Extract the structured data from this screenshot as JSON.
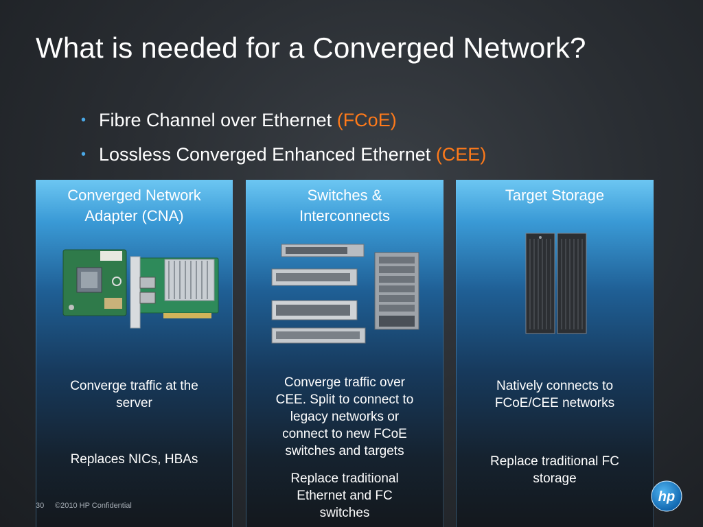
{
  "slide": {
    "title": "What is needed for a Converged Network?",
    "bullets": [
      {
        "text": "Fibre Channel over Ethernet ",
        "highlight": "(FCoE)"
      },
      {
        "text": "Lossless Converged Enhanced Ethernet ",
        "highlight": "(CEE)"
      }
    ],
    "highlight_color": "#ff7a1a",
    "bullet_color": "#4aa8e6"
  },
  "columns": {
    "cna": {
      "heading_line1": "Converged Network",
      "heading_line2": "Adapter (CNA)",
      "desc": [
        "Converge traffic at the",
        "server"
      ],
      "desc2": "Replaces NICs, HBAs"
    },
    "switches": {
      "heading_line1": "Switches &",
      "heading_line2": "Interconnects",
      "desc": [
        "Converge traffic over",
        "CEE. Split to connect to",
        "legacy networks or",
        "connect to new FCoE",
        "switches and targets"
      ],
      "desc2": [
        "Replace traditional",
        "Ethernet  and FC",
        "switches"
      ]
    },
    "storage": {
      "heading": "Target Storage",
      "desc": [
        "Natively connects to",
        "FCoE/CEE networks"
      ],
      "desc2": [
        "Replace traditional FC",
        "storage"
      ]
    }
  },
  "footer": {
    "page_number": "30",
    "copyright": "©2010 HP Confidential",
    "logo_text": "hp"
  },
  "icons": {
    "cna_card": "network-adapter-card-icon",
    "switch_stack": "network-switch-icon",
    "chassis": "switch-chassis-icon",
    "storage_rack": "storage-rack-icon",
    "logo": "hp-logo-icon"
  },
  "colors": {
    "column_top": "#6cc6f2",
    "column_mid": "#1f5f95",
    "background": "#2a2e33"
  }
}
